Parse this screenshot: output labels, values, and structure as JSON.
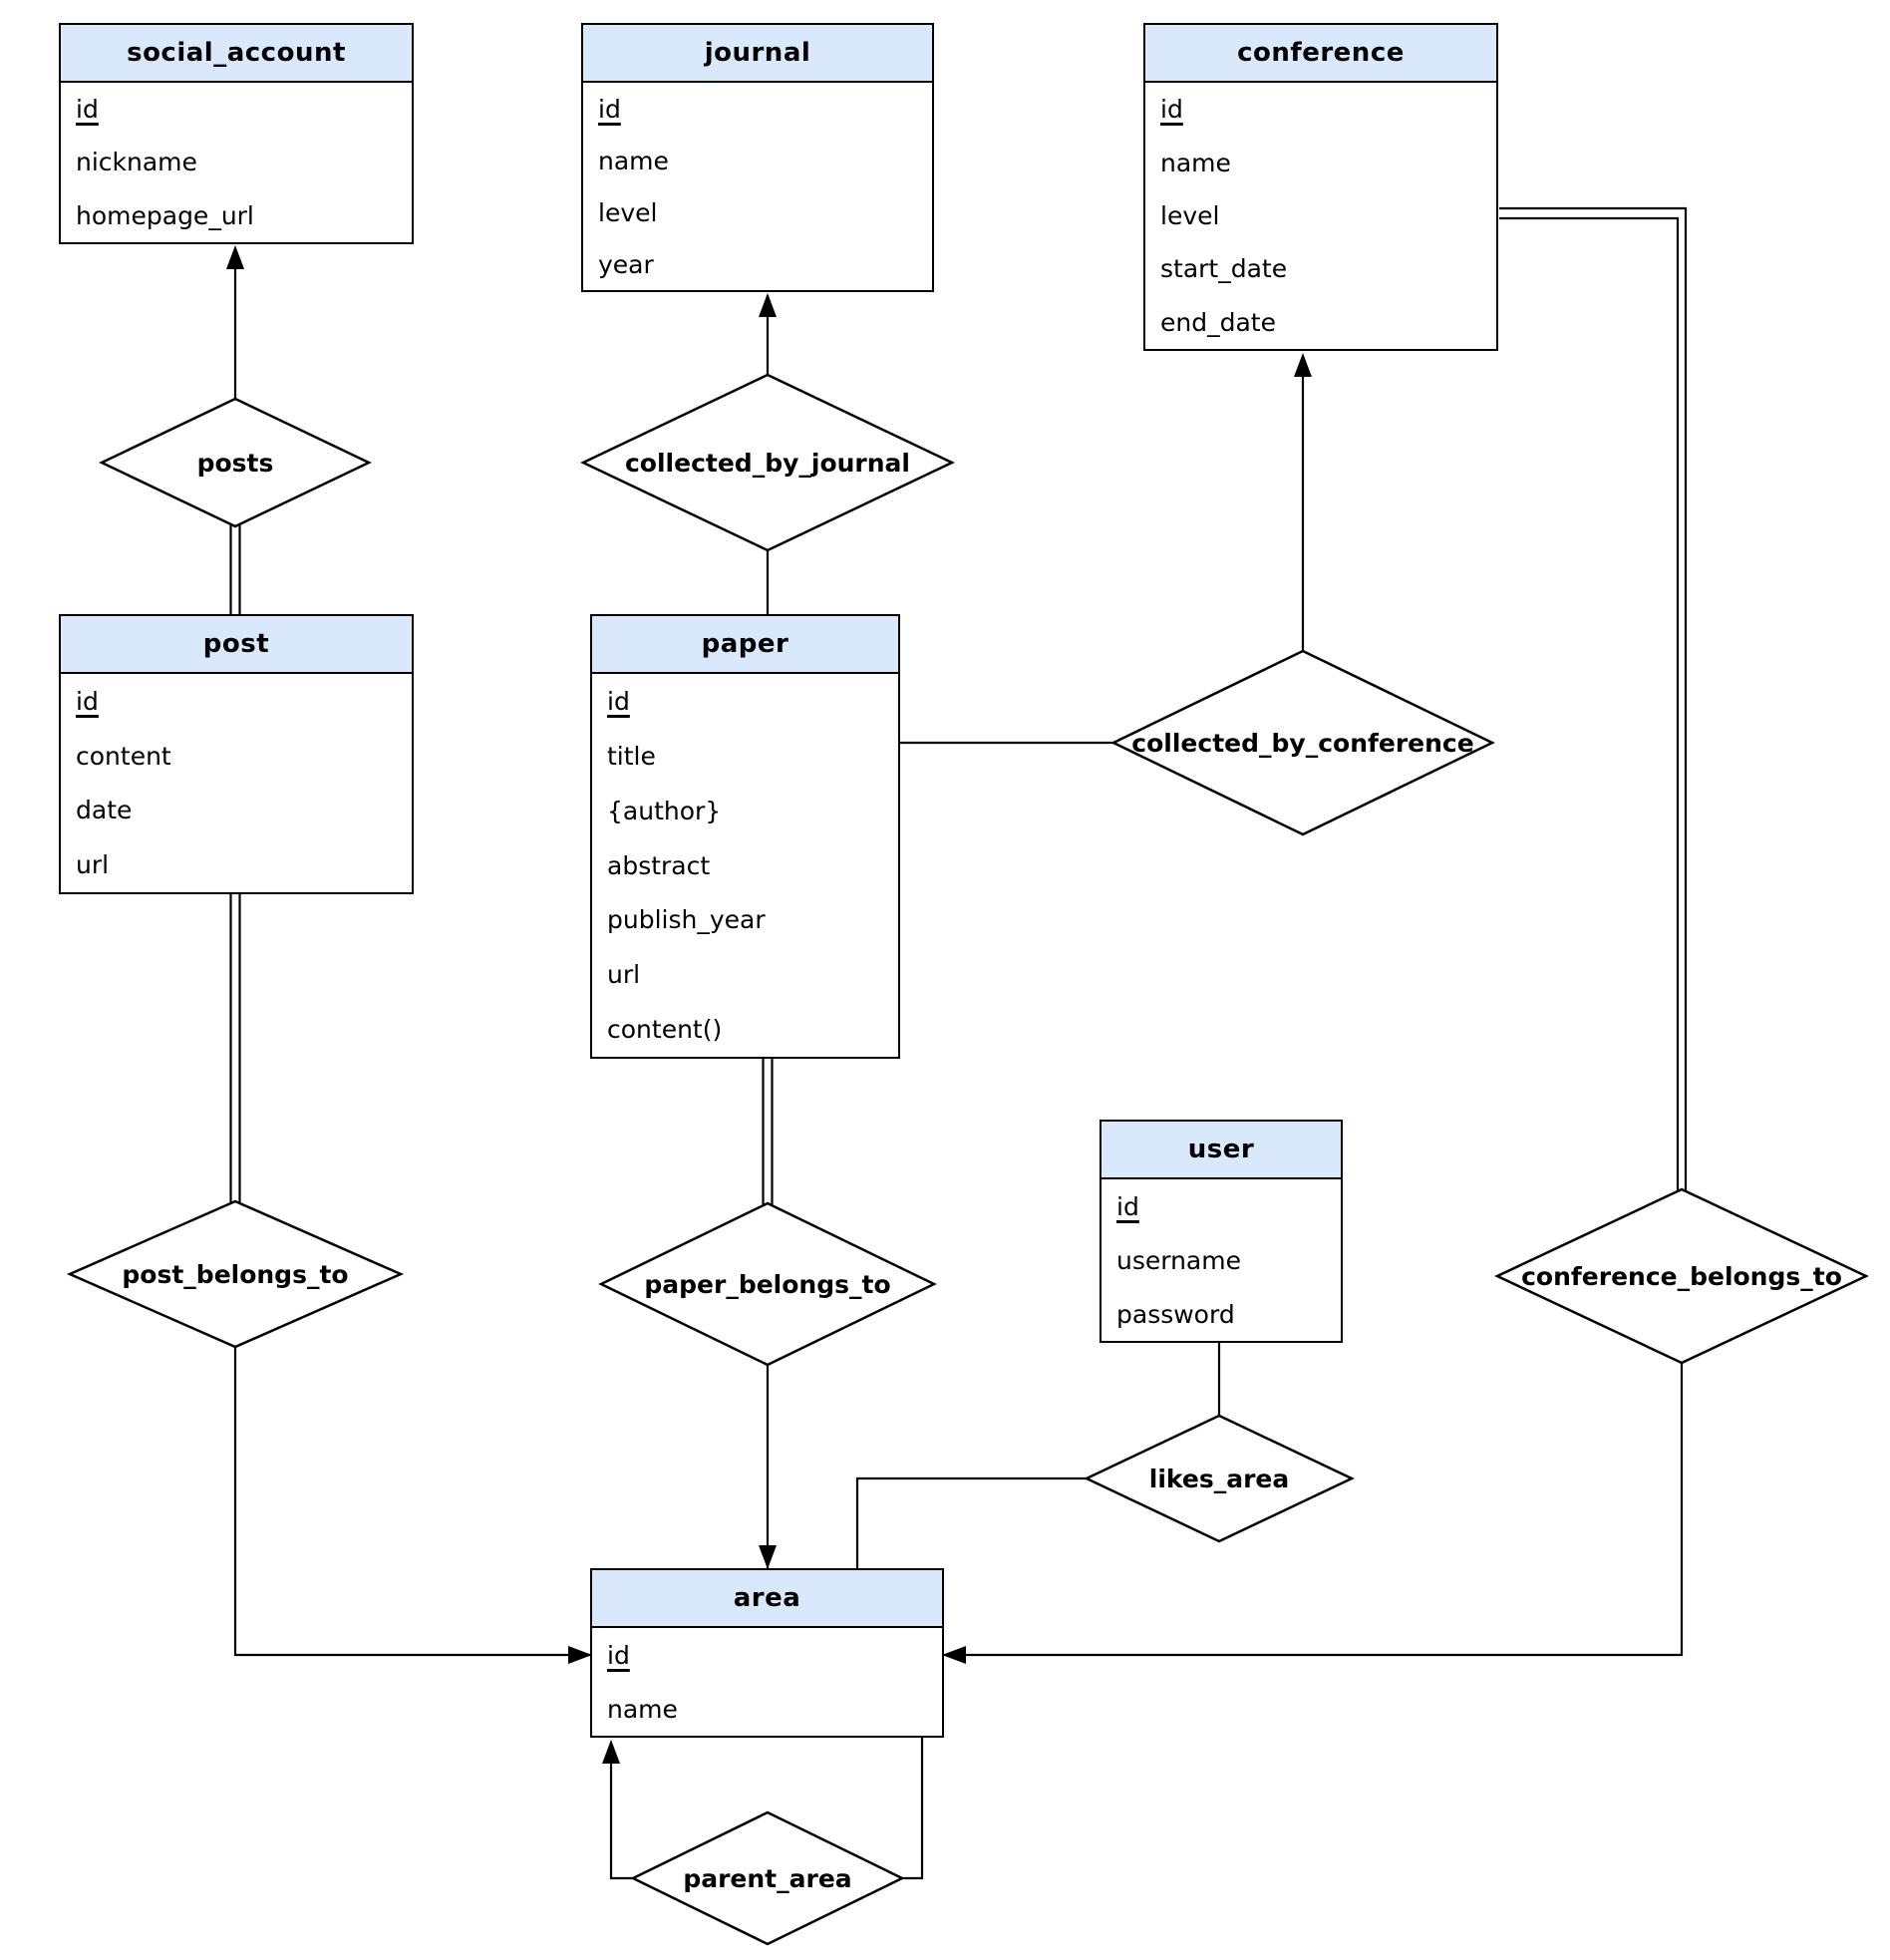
{
  "colors": {
    "entity_header_fill": "#dae8fc",
    "stroke": "#000000",
    "background": "#ffffff"
  },
  "entities": {
    "social_account": {
      "title": "social_account",
      "attributes": [
        {
          "name": "id",
          "pk": true
        },
        {
          "name": "nickname",
          "pk": false
        },
        {
          "name": "homepage_url",
          "pk": false
        }
      ]
    },
    "journal": {
      "title": "journal",
      "attributes": [
        {
          "name": "id",
          "pk": true
        },
        {
          "name": "name",
          "pk": false
        },
        {
          "name": "level",
          "pk": false
        },
        {
          "name": "year",
          "pk": false
        }
      ]
    },
    "conference": {
      "title": "conference",
      "attributes": [
        {
          "name": "id",
          "pk": true
        },
        {
          "name": "name",
          "pk": false
        },
        {
          "name": "level",
          "pk": false
        },
        {
          "name": "start_date",
          "pk": false
        },
        {
          "name": "end_date",
          "pk": false
        }
      ]
    },
    "post": {
      "title": "post",
      "attributes": [
        {
          "name": "id",
          "pk": true
        },
        {
          "name": "content",
          "pk": false
        },
        {
          "name": "date",
          "pk": false
        },
        {
          "name": "url",
          "pk": false
        }
      ]
    },
    "paper": {
      "title": "paper",
      "attributes": [
        {
          "name": "id",
          "pk": true
        },
        {
          "name": "title",
          "pk": false
        },
        {
          "name": "{author}",
          "pk": false
        },
        {
          "name": "abstract",
          "pk": false
        },
        {
          "name": "publish_year",
          "pk": false
        },
        {
          "name": "url",
          "pk": false
        },
        {
          "name": "content()",
          "pk": false
        }
      ]
    },
    "user": {
      "title": "user",
      "attributes": [
        {
          "name": "id",
          "pk": true
        },
        {
          "name": "username",
          "pk": false
        },
        {
          "name": "password",
          "pk": false
        }
      ]
    },
    "area": {
      "title": "area",
      "attributes": [
        {
          "name": "id",
          "pk": true
        },
        {
          "name": "name",
          "pk": false
        }
      ]
    }
  },
  "relationships": {
    "posts": {
      "label": "posts"
    },
    "collected_by_journal": {
      "label": "collected_by_journal"
    },
    "collected_by_conference": {
      "label": "collected_by_conference"
    },
    "post_belongs_to": {
      "label": "post_belongs_to"
    },
    "paper_belongs_to": {
      "label": "paper_belongs_to"
    },
    "likes_area": {
      "label": "likes_area"
    },
    "conference_belongs_to": {
      "label": "conference_belongs_to"
    },
    "parent_area": {
      "label": "parent_area"
    }
  },
  "connections": [
    {
      "relationship": "posts",
      "entity_a": "post",
      "line_a": "double",
      "entity_b": "social_account",
      "line_b": "arrow"
    },
    {
      "relationship": "collected_by_journal",
      "entity_a": "paper",
      "line_a": "single",
      "entity_b": "journal",
      "line_b": "arrow"
    },
    {
      "relationship": "collected_by_conference",
      "entity_a": "paper",
      "line_a": "single",
      "entity_b": "conference",
      "line_b": "arrow"
    },
    {
      "relationship": "post_belongs_to",
      "entity_a": "post",
      "line_a": "double",
      "entity_b": "area",
      "line_b": "arrow"
    },
    {
      "relationship": "paper_belongs_to",
      "entity_a": "paper",
      "line_a": "double",
      "entity_b": "area",
      "line_b": "arrow"
    },
    {
      "relationship": "likes_area",
      "entity_a": "user",
      "line_a": "single",
      "entity_b": "area",
      "line_b": "single"
    },
    {
      "relationship": "conference_belongs_to",
      "entity_a": "conference",
      "line_a": "double",
      "entity_b": "area",
      "line_b": "arrow"
    },
    {
      "relationship": "parent_area",
      "entity_a": "area",
      "line_a": "single",
      "entity_b": "area",
      "line_b": "arrow"
    }
  ]
}
